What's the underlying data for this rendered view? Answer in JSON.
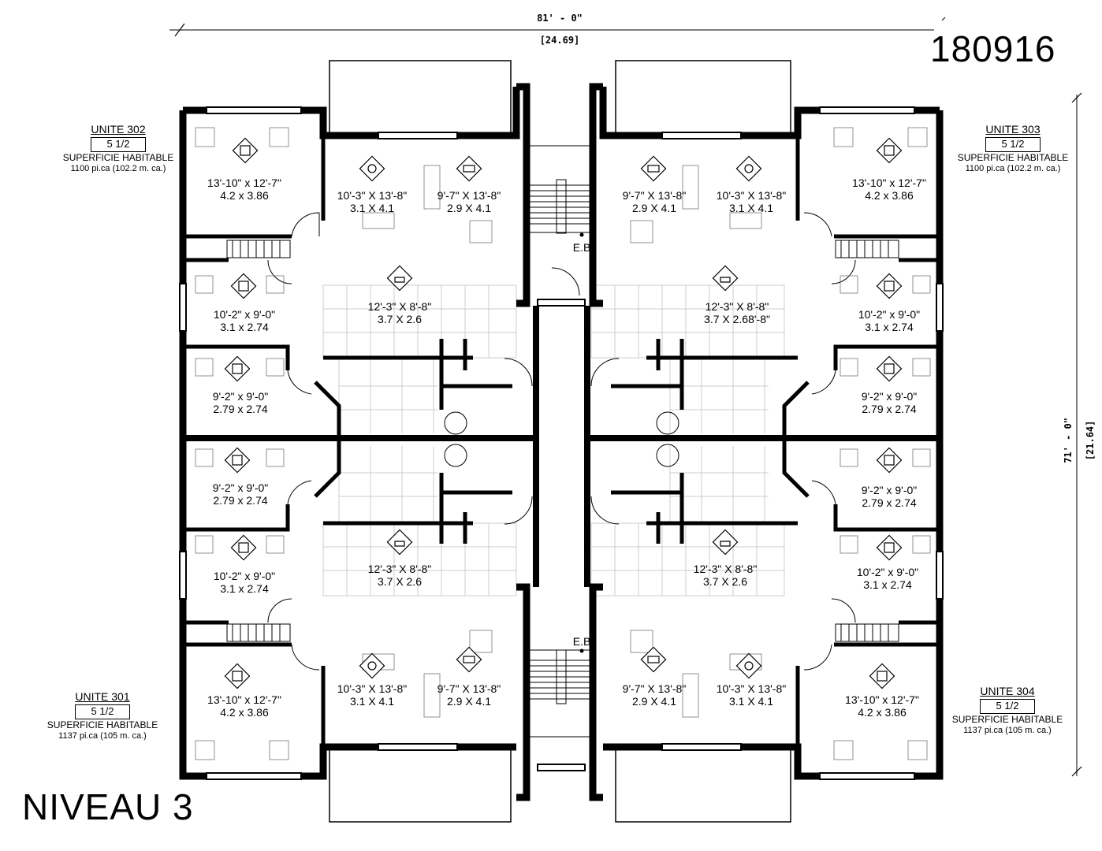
{
  "header": {
    "width_imperial": "81' - 0\"",
    "width_metric": "[24.69]",
    "plan_number": "180916",
    "height_imperial": "71' - 0\"",
    "height_metric": "[21.64]"
  },
  "level_label": "NIVEAU 3",
  "units": {
    "u302": {
      "title": "UNITE 302",
      "type": "5 1/2",
      "area_label": "SUPERFICIE HABITABLE",
      "area": "1100 pi.ca (102.2 m. ca.)"
    },
    "u303": {
      "title": "UNITE 303",
      "type": "5 1/2",
      "area_label": "SUPERFICIE HABITABLE",
      "area": "1100 pi.ca (102.2 m. ca.)"
    },
    "u301": {
      "title": "UNITE 301",
      "type": "5 1/2",
      "area_label": "SUPERFICIE HABITABLE",
      "area": "1137 pi.ca (105 m. ca.)"
    },
    "u304": {
      "title": "UNITE 304",
      "type": "5 1/2",
      "area_label": "SUPERFICIE HABITABLE",
      "area": "1137 pi.ca (105 m. ca.)"
    }
  },
  "rooms": {
    "r1": {
      "imp": "13'-10\" x 12'-7\"",
      "met": "4.2 x 3.86",
      "icon": "bed-icon"
    },
    "r2": {
      "imp": "10'-3\" X 13'-8\"",
      "met": "3.1 X 4.1",
      "icon": "dining-icon"
    },
    "r3": {
      "imp": "9'-7\" X 13'-8\"",
      "met": "2.9 X 4.1",
      "icon": "sofa-icon"
    },
    "r4": {
      "imp": "9'-7\" X 13'-8\"",
      "met": "2.9 X 4.1",
      "icon": "sofa-icon"
    },
    "r5": {
      "imp": "10'-3\" X 13'-8\"",
      "met": "3.1 X 4.1",
      "icon": "dining-icon"
    },
    "r6": {
      "imp": "13'-10\" x 12'-7\"",
      "met": "4.2 x 3.86",
      "icon": "bed-icon"
    },
    "r7": {
      "imp": "10'-2\" x 9'-0\"",
      "met": "3.1 x 2.74",
      "icon": "bed-icon"
    },
    "r8": {
      "imp": "12'-3\" X 8'-8\"",
      "met": "3.7 X 2.6",
      "icon": "kitchen-icon"
    },
    "r9": {
      "imp": "12'-3\" X 8'-8\"",
      "met": "3.7 X 2.6",
      "met_extra": "8'-8\"",
      "icon": "kitchen-icon"
    },
    "r10": {
      "imp": "10'-2\" x 9'-0\"",
      "met": "3.1 x 2.74",
      "icon": "bed-icon"
    },
    "r11": {
      "imp": "9'-2\" x 9'-0\"",
      "met": "2.79 x 2.74",
      "icon": "bed-icon"
    },
    "r12": {
      "imp": "9'-2\" x 9'-0\"",
      "met": "2.79 x 2.74",
      "icon": "bed-icon"
    },
    "r13": {
      "imp": "9'-2\" x 9'-0\"",
      "met": "2.79 x 2.74",
      "icon": "bed-icon"
    },
    "r14": {
      "imp": "9'-2\" x 9'-0\"",
      "met": "2.79 x 2.74",
      "icon": "bed-icon"
    },
    "r15": {
      "imp": "10'-2\" x 9'-0\"",
      "met": "3.1 x 2.74",
      "icon": "bed-icon"
    },
    "r16": {
      "imp": "12'-3\" X 8'-8\"",
      "met": "3.7 X 2.6",
      "icon": "kitchen-icon"
    },
    "r17": {
      "imp": "12'-3\" X 8'-8\"",
      "met": "3.7 X 2.6",
      "icon": "kitchen-icon"
    },
    "r18": {
      "imp": "10'-2\" x 9'-0\"",
      "met": "3.1 x 2.74",
      "icon": "bed-icon"
    },
    "r19": {
      "imp": "13'-10\" x 12'-7\"",
      "met": "4.2 x 3.86",
      "icon": "bed-icon"
    },
    "r20": {
      "imp": "10'-3\" X 13'-8\"",
      "met": "3.1 X 4.1",
      "icon": "dining-icon"
    },
    "r21": {
      "imp": "9'-7\" X 13'-8\"",
      "met": "2.9 X 4.1",
      "icon": "sofa-icon"
    },
    "r22": {
      "imp": "9'-7\" X 13'-8\"",
      "met": "2.9 X 4.1",
      "icon": "sofa-icon"
    },
    "r23": {
      "imp": "10'-3\" X 13'-8\"",
      "met": "3.1 X 4.1",
      "icon": "dining-icon"
    },
    "r24": {
      "imp": "13'-10\" x 12'-7\"",
      "met": "4.2 x 3.86",
      "icon": "bed-icon"
    }
  },
  "stairs": {
    "label_top": "E.B.",
    "label_bottom": "E.B."
  }
}
